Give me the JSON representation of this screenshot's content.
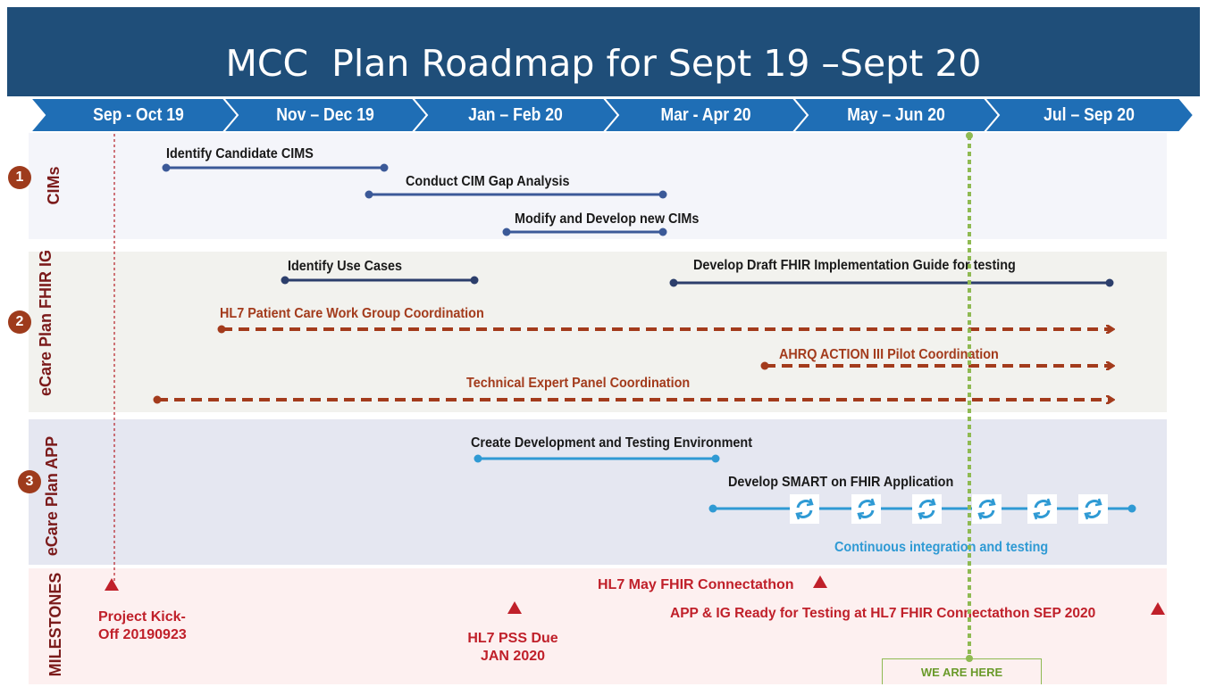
{
  "title": "MCC  Plan Roadmap for Sept 19 –Sept 20",
  "timeline": {
    "periods": [
      "Sep - Oct 19",
      "Nov – Dec 19",
      "Jan – Feb 20",
      "Mar - Apr 20",
      "May – Jun 20",
      "Jul – Sep 20"
    ]
  },
  "lanes": [
    {
      "number": "1",
      "label": "CIMs"
    },
    {
      "number": "2",
      "label": "eCare Plan FHIR IG"
    },
    {
      "number": "3",
      "label": "eCare Plan APP"
    },
    {
      "number": "",
      "label": "MILESTONES"
    }
  ],
  "tasks": {
    "cims": [
      "Identify Candidate CIMS",
      "Conduct CIM Gap Analysis",
      "Modify and Develop new CIMs"
    ],
    "ig": [
      "Identify Use Cases",
      "Develop Draft FHIR Implementation Guide for testing",
      "HL7 Patient Care Work Group Coordination",
      "AHRQ ACTION III Pilot Coordination",
      "Technical Expert Panel Coordination"
    ],
    "app": [
      "Create Development and Testing Environment",
      "Develop SMART on FHIR Application",
      "Continuous integration and testing"
    ]
  },
  "milestones": [
    "Project Kick-Off 20190923",
    "HL7 PSS Due JAN 2020",
    "HL7 May FHIR Connectathon",
    "APP & IG Ready for Testing at HL7 FHIR Connectathon SEP 2020"
  ],
  "current_marker": "WE ARE HERE",
  "icons": {
    "iteration": "sync-icon",
    "milestone": "triangle-marker-icon"
  },
  "colors": {
    "header": "#1f4e79",
    "task_line": "#3b5998",
    "coordination": "#a33b1c",
    "app_line": "#2f9ad4",
    "milestone": "#c0202a",
    "today": "#8fba52"
  }
}
